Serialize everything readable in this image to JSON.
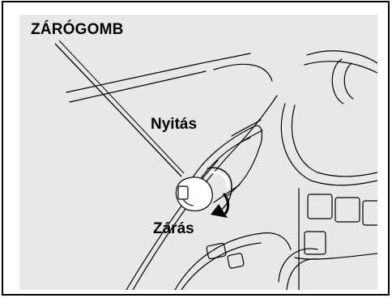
{
  "labels": {
    "lock_button": "ZÁRÓGOMB",
    "open": "Nyitás",
    "close": "Zárás"
  },
  "colors": {
    "background": "#e8e8e8",
    "line": "#000000",
    "highlight": "#ffffff"
  }
}
